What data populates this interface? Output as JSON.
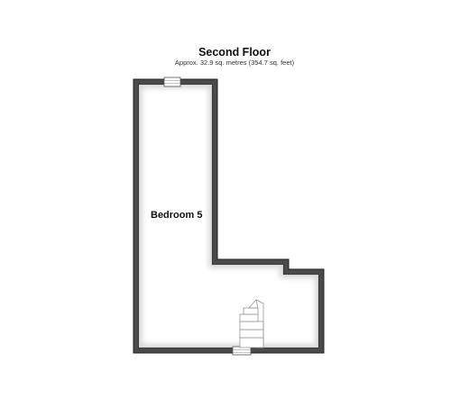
{
  "header": {
    "title": "Second Floor",
    "area": "Approx. 32.9 sq. metres (354.7 sq. feet)"
  },
  "rooms": [
    {
      "label": "Bedroom 5"
    }
  ],
  "colors": {
    "wall": "#4a4a4a",
    "wall_edge": "#222222",
    "floor": "#ffffff",
    "shadow": "#d9d9d9"
  },
  "icons": {
    "window": "window-icon",
    "door": "door-opening-icon",
    "stairs": "staircase-icon"
  }
}
